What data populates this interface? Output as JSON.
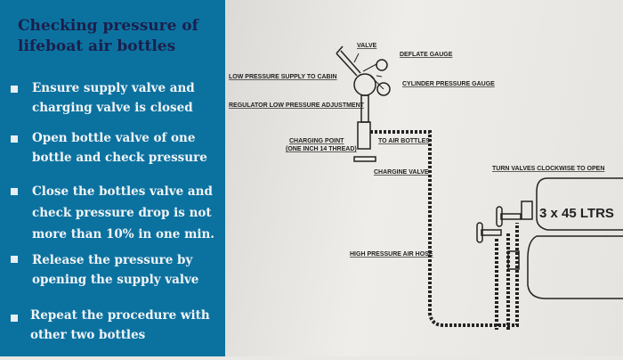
{
  "title": "Checking pressure of lifeboat air bottles",
  "steps": [
    [
      "Ensure supply valve and",
      "charging valve is closed"
    ],
    [
      "Open bottle valve of one",
      "bottle and check pressure"
    ],
    [
      "Close the bottles valve and",
      "check pressure drop is not",
      "more than 10% in one min."
    ],
    [
      "Release the pressure by",
      "opening the supply valve"
    ],
    [
      "Repeat the procedure with",
      "other two bottles"
    ]
  ],
  "diagram": {
    "valve": "VALVE",
    "deflate_gauge": "DEFLATE GAUGE",
    "low_pressure_supply": "LOW PRESSURE SUPPLY TO CABIN",
    "cylinder_gauge": "CYLINDER PRESSURE GAUGE",
    "regulator": "REGULATOR LOW PRESSURE ADJUSTMENT",
    "charging_point": "CHARGING POINT",
    "charging_point_note": "(ONE INCH 14 THREAD)",
    "to_air_bottles": "TO AIR BOTTLES",
    "charging_valve": "CHARGINE VALVE",
    "turn_valves": "TURN VALVES CLOCKWISE TO OPEN",
    "bottles": "3 x 45 LTRS",
    "hose": "HIGH PRESSURE AIR HOSE"
  },
  "colors": {
    "panel": "#0b72a0",
    "title": "#1b1f4c"
  }
}
